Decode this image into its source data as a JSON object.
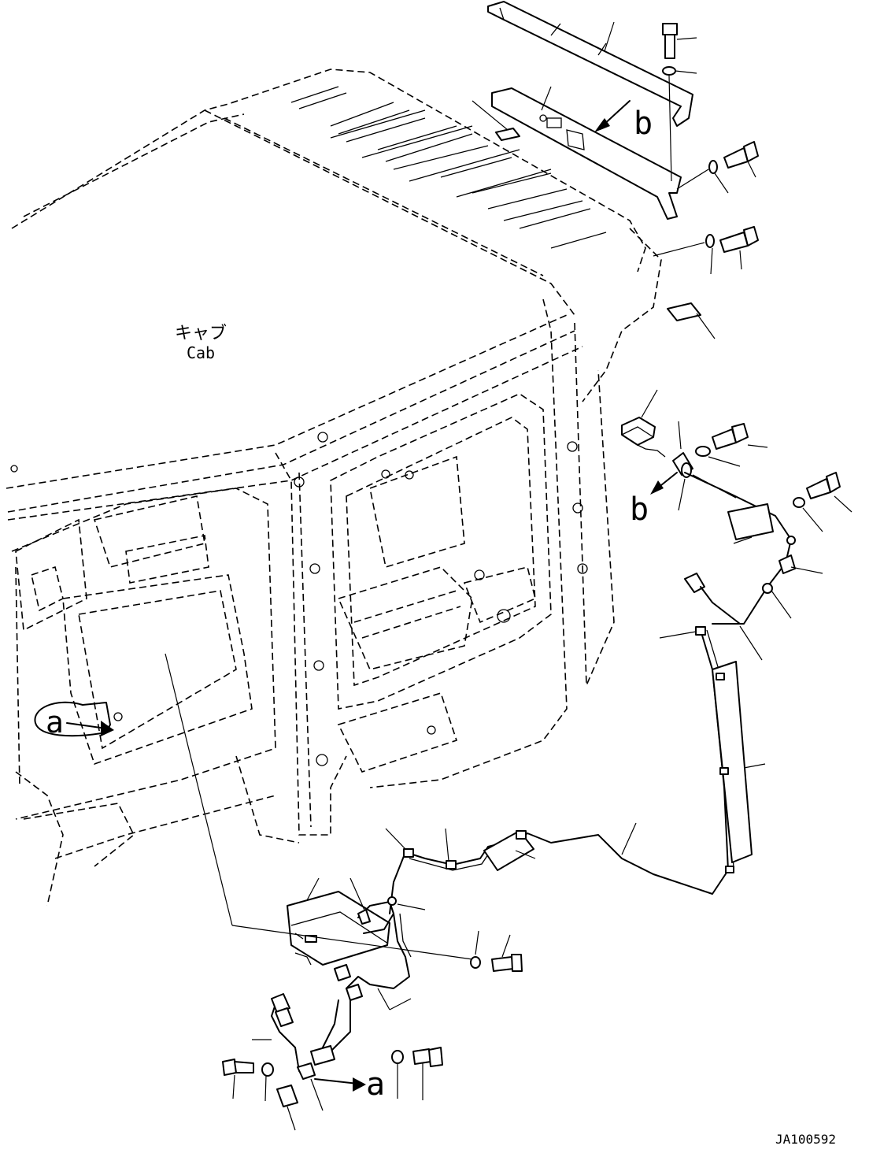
{
  "labels": {
    "cab_jp": "キャブ",
    "cab_en": "Cab",
    "view_b_top": "b",
    "view_b_mid": "b",
    "view_a_left": "a",
    "view_a_bottom": "a",
    "drawing_id": "JA100592"
  }
}
